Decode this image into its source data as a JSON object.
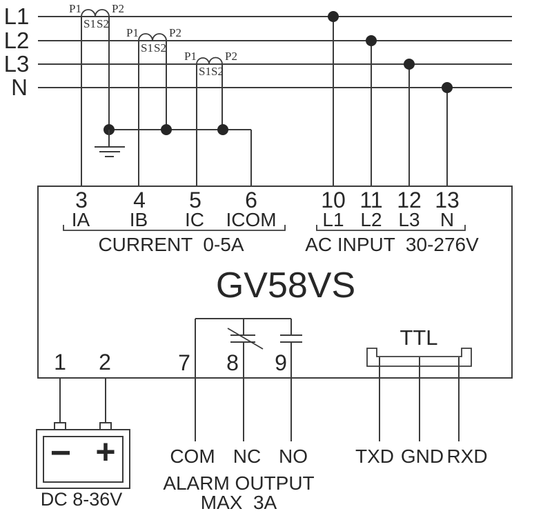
{
  "colors": {
    "background": "#ffffff",
    "line": "#3b3b3b",
    "text": "#272727"
  },
  "power_lines": [
    {
      "label": "L1"
    },
    {
      "label": "L2"
    },
    {
      "label": "L3"
    },
    {
      "label": "N"
    }
  ],
  "cts": [
    {
      "p1": "P1",
      "p2": "P2",
      "s1": "S1",
      "s2": "S2"
    },
    {
      "p1": "P1",
      "p2": "P2",
      "s1": "S1",
      "s2": "S2"
    },
    {
      "p1": "P1",
      "p2": "P2",
      "s1": "S1",
      "s2": "S2"
    }
  ],
  "device": {
    "model": "GV58VS",
    "current_group": {
      "terminals": [
        {
          "number": "3",
          "label": "IA"
        },
        {
          "number": "4",
          "label": "IB"
        },
        {
          "number": "5",
          "label": "IC"
        },
        {
          "number": "6",
          "label": "ICOM"
        }
      ],
      "caption": "CURRENT  0-5A"
    },
    "ac_group": {
      "terminals": [
        {
          "number": "10",
          "label": "L1"
        },
        {
          "number": "11",
          "label": "L2"
        },
        {
          "number": "12",
          "label": "L3"
        },
        {
          "number": "13",
          "label": "N"
        }
      ],
      "caption": "AC INPUT  30-276V"
    },
    "dc_terminals": [
      {
        "number": "1"
      },
      {
        "number": "2"
      }
    ],
    "alarm_terminals": [
      {
        "number": "7"
      },
      {
        "number": "8"
      },
      {
        "number": "9"
      }
    ],
    "ttl": {
      "label": "TTL"
    }
  },
  "alarm": {
    "pins": [
      {
        "label": "COM"
      },
      {
        "label": "NC"
      },
      {
        "label": "NO"
      }
    ],
    "caption_line1": "ALARM OUTPUT",
    "caption_line2": "MAX  3A"
  },
  "serial": {
    "pins": [
      {
        "label": "TXD"
      },
      {
        "label": "GND"
      },
      {
        "label": "RXD"
      }
    ]
  },
  "battery": {
    "negative": "−",
    "positive": "+",
    "caption": "DC 8-36V"
  }
}
